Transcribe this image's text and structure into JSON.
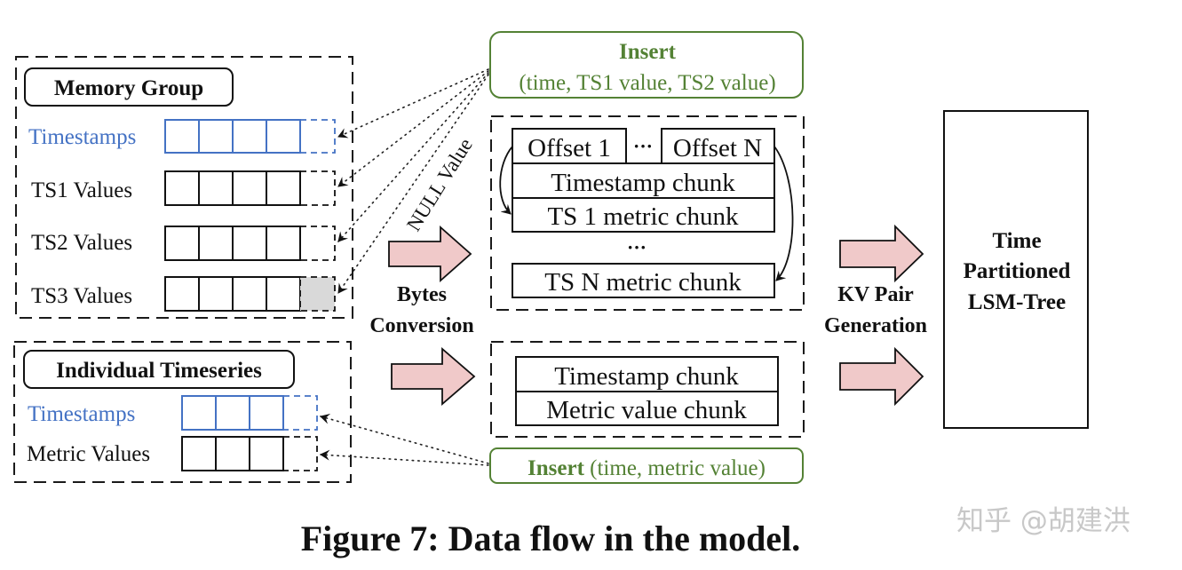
{
  "figure": {
    "caption": "Figure 7:  Data flow in the model.",
    "watermark": "知乎 @胡建洪"
  },
  "memory_group": {
    "title": "Memory Group",
    "rows": [
      {
        "label": "Timestamps",
        "color": "#4472c4",
        "filled_cells": 4,
        "pending_cell": "empty"
      },
      {
        "label": "TS1 Values",
        "color": "#111111",
        "filled_cells": 4,
        "pending_cell": "empty"
      },
      {
        "label": "TS2 Values",
        "color": "#111111",
        "filled_cells": 4,
        "pending_cell": "empty"
      },
      {
        "label": "TS3 Values",
        "color": "#111111",
        "filled_cells": 4,
        "pending_cell": "null"
      }
    ]
  },
  "individual_timeseries": {
    "title": "Individual Timeseries",
    "rows": [
      {
        "label": "Timestamps",
        "color": "#4472c4",
        "filled_cells": 3,
        "pending_cell": "empty"
      },
      {
        "label": "Metric Values",
        "color": "#111111",
        "filled_cells": 3,
        "pending_cell": "empty"
      }
    ]
  },
  "insert_group": {
    "title": "Insert",
    "args": "(time, TS1 value, TS2 value)"
  },
  "insert_single": {
    "title": "Insert",
    "args": " (time, metric value)"
  },
  "null_label": "NULL Value",
  "bytes_conversion": {
    "line1": "Bytes",
    "line2": "Conversion"
  },
  "kv_generation": {
    "line1": "KV Pair",
    "line2": "Generation"
  },
  "group_chunk": {
    "offset_first": "Offset 1",
    "offset_ellipsis": "···",
    "offset_last": "Offset N",
    "rows": [
      "Timestamp chunk",
      "TS 1 metric chunk"
    ],
    "ellipsis": "···",
    "last_row": "TS N metric chunk"
  },
  "single_chunk": {
    "rows": [
      "Timestamp chunk",
      "Metric value chunk"
    ]
  },
  "lsm_tree": {
    "lines": [
      "Time",
      "Partitioned",
      "LSM-Tree"
    ]
  },
  "colors": {
    "blue": "#4472c4",
    "green": "#548235",
    "arrow_fill": "#f0c9c9",
    "null_cell": "#d9d9d9"
  }
}
